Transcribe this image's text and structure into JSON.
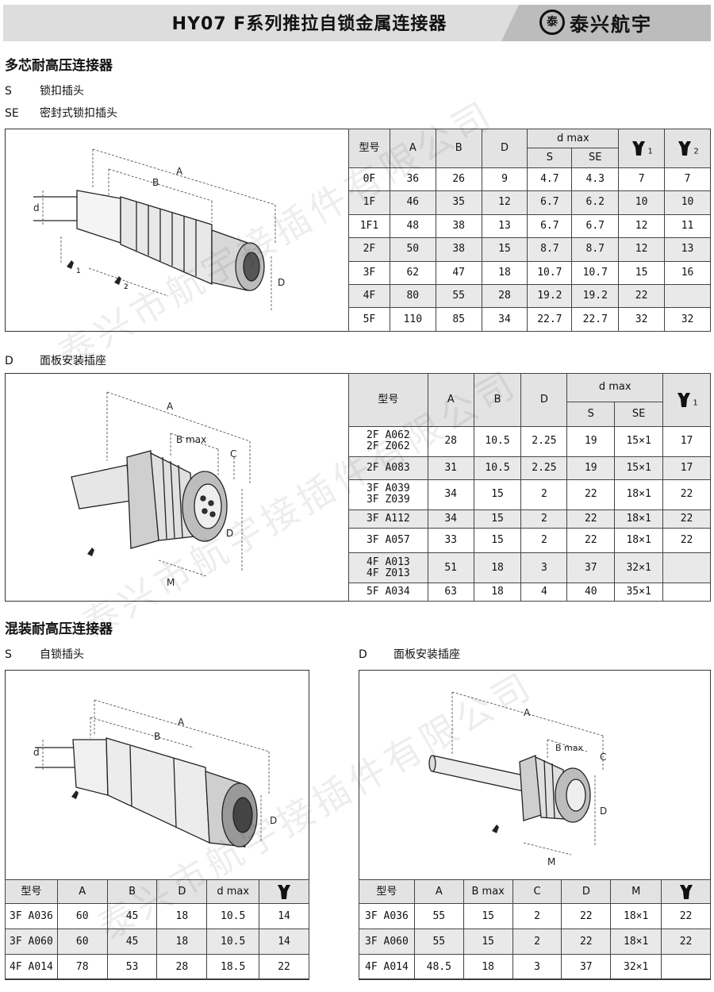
{
  "header": {
    "title": "HY07 F系列推拉自锁金属连接器",
    "brand_name": "泰兴航宇",
    "brand_logo_text": "泰"
  },
  "section1": {
    "title": "多芯耐高压连接器",
    "label_s_code": "S",
    "label_s_text": "锁扣插头",
    "label_se_code": "SE",
    "label_se_text": "密封式锁扣插头",
    "table": {
      "h_model": "型号",
      "h_a": "A",
      "h_b": "B",
      "h_d": "D",
      "h_dmax": "d max",
      "h_s": "S",
      "h_se": "SE",
      "h_w1": "1",
      "h_w2": "2",
      "rows": [
        [
          "0F",
          "36",
          "26",
          "9",
          "4.7",
          "4.3",
          "7",
          "7"
        ],
        [
          "1F",
          "46",
          "35",
          "12",
          "6.7",
          "6.2",
          "10",
          "10"
        ],
        [
          "1F1",
          "48",
          "38",
          "13",
          "6.7",
          "6.7",
          "12",
          "11"
        ],
        [
          "2F",
          "50",
          "38",
          "15",
          "8.7",
          "8.7",
          "12",
          "13"
        ],
        [
          "3F",
          "62",
          "47",
          "18",
          "10.7",
          "10.7",
          "15",
          "16"
        ],
        [
          "4F",
          "80",
          "55",
          "28",
          "19.2",
          "19.2",
          "22",
          ""
        ],
        [
          "5F",
          "110",
          "85",
          "34",
          "22.7",
          "22.7",
          "32",
          "32"
        ]
      ]
    },
    "figure": {
      "a": "A",
      "b": "B",
      "d_small": "d",
      "d_big": "D",
      "w1": "1",
      "w2": "2"
    }
  },
  "section2": {
    "label_d_code": "D",
    "label_d_text": "面板安装插座",
    "table": {
      "h_model": "型号",
      "h_a": "A",
      "h_b": "B",
      "h_d": "D",
      "h_dmax": "d max",
      "h_s": "S",
      "h_se": "SE",
      "h_w1": "1",
      "rows": [
        [
          "2F  A062",
          "2F  Z062",
          "28",
          "10.5",
          "2.25",
          "19",
          "15×1",
          "17"
        ],
        [
          "2F  A083",
          "",
          "31",
          "10.5",
          "2.25",
          "19",
          "15×1",
          "17"
        ],
        [
          "3F  A039",
          "3F  Z039",
          "34",
          "15",
          "2",
          "22",
          "18×1",
          "22"
        ],
        [
          "3F  A112",
          "",
          "34",
          "15",
          "2",
          "22",
          "18×1",
          "22"
        ],
        [
          "3F  A057",
          "",
          "33",
          "15",
          "2",
          "22",
          "18×1",
          "22"
        ],
        [
          "4F  A013",
          "4F  Z013",
          "51",
          "18",
          "3",
          "37",
          "32×1",
          ""
        ],
        [
          "5F  A034",
          "",
          "63",
          "18",
          "4",
          "40",
          "35×1",
          ""
        ]
      ]
    },
    "figure": {
      "a": "A",
      "bmax": "B max",
      "c": "C",
      "d_big": "D",
      "m": "M"
    }
  },
  "section3": {
    "title": "混装耐高压连接器",
    "label_s_code": "S",
    "label_s_text": "自锁插头",
    "label_d_code": "D",
    "label_d_text": "面板安装插座",
    "left_table": {
      "headers": [
        "型号",
        "A",
        "B",
        "D",
        "d max"
      ],
      "rows": [
        [
          "3F  A036",
          "60",
          "45",
          "18",
          "10.5",
          "14"
        ],
        [
          "3F  A060",
          "60",
          "45",
          "18",
          "10.5",
          "14"
        ],
        [
          "4F  A014",
          "78",
          "53",
          "28",
          "18.5",
          "22"
        ]
      ]
    },
    "right_table": {
      "headers": [
        "型号",
        "A",
        "B max",
        "C",
        "D",
        "M"
      ],
      "rows": [
        [
          "3F  A036",
          "55",
          "15",
          "2",
          "22",
          "18×1",
          "22"
        ],
        [
          "3F  A060",
          "55",
          "15",
          "2",
          "22",
          "18×1",
          "22"
        ],
        [
          "4F  A014",
          "48.5",
          "18",
          "3",
          "37",
          "32×1",
          ""
        ]
      ]
    },
    "fig_left": {
      "a": "A",
      "b": "B",
      "d_small": "d",
      "d_big": "D"
    },
    "fig_right": {
      "a": "A",
      "bmax": "B max",
      "c": "C",
      "d_big": "D",
      "m": "M"
    }
  },
  "watermark": "泰兴市航宇接插件有限公司"
}
